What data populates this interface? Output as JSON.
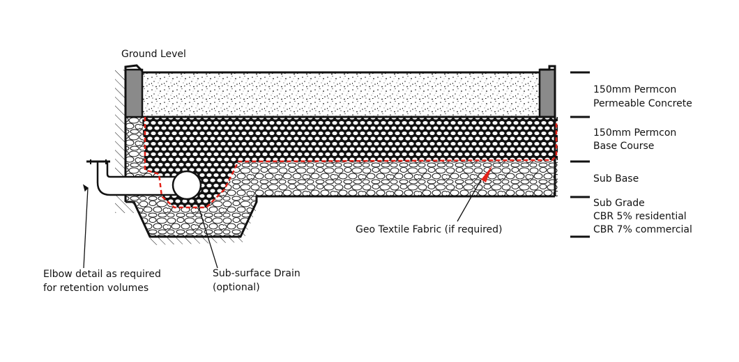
{
  "labels": {
    "ground_level": "Ground Level",
    "permeable_concrete_1": "150mm Permcon",
    "permeable_concrete_2": "Permeable Concrete",
    "base_course_1": "150mm Permcon",
    "base_course_2": "Base Course",
    "sub_base": "Sub Base",
    "sub_grade_1": "Sub Grade",
    "sub_grade_2": "CBR 5% residential",
    "sub_grade_3": "CBR 7% commercial",
    "geo_textile": "Geo Textile Fabric (if required)",
    "elbow_1": "Elbow detail as required",
    "elbow_2": "for retention volumes",
    "drain_1": "Sub-surface Drain",
    "drain_2": "(optional)"
  },
  "colors": {
    "line": "#111111",
    "kerb": "#8a8a8a",
    "fabric": "#e32219",
    "concrete_fill": "#ffffff",
    "base_course_fill": "#111111"
  }
}
